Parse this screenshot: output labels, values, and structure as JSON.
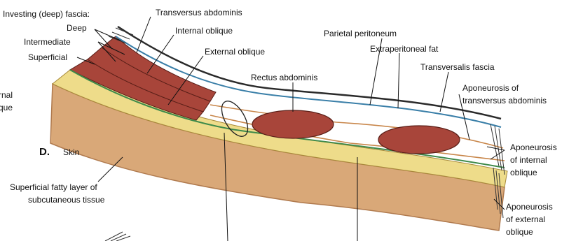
{
  "diagram": {
    "panel_letter": "D.",
    "partial_label": {
      "line1": "rnal",
      "line2": "que"
    },
    "investing_fascia": {
      "heading": "Investing (deep) fascia:",
      "deep": "Deep",
      "intermediate": "Intermediate",
      "superficial": "Superficial"
    },
    "labels": {
      "transversus_abdominis": "Transversus abdominis",
      "internal_oblique": "Internal oblique",
      "external_oblique": "External oblique",
      "parietal_peritoneum": "Parietal peritoneum",
      "extraperitoneal_fat": "Extraperitoneal fat",
      "rectus_abdominis": "Rectus abdominis",
      "transversalis_fascia": "Transversalis fascia",
      "apo_transversus": {
        "line1": "Aponeurosis of",
        "line2": "transversus abdominis"
      },
      "apo_internal": {
        "line1": "Aponeurosis",
        "line2": "of internal",
        "line3": "oblique"
      },
      "apo_external": {
        "line1": "Aponeurosis",
        "line2": "of external",
        "line3": "oblique"
      },
      "skin": "Skin",
      "superficial_fatty": {
        "line1": "Superficial fatty layer of",
        "line2": "subcutaneous tissue"
      }
    },
    "colors": {
      "skin": "#d9a878",
      "skin_edge": "#b07a4e",
      "fat": "#eedc8a",
      "muscle": "#a8453a",
      "peritoneum": "#2a2a2a",
      "fascia_blue": "#3a7fa8",
      "fascia_green": "#3e8a4a",
      "aponeurosis": "#c8864a"
    }
  }
}
